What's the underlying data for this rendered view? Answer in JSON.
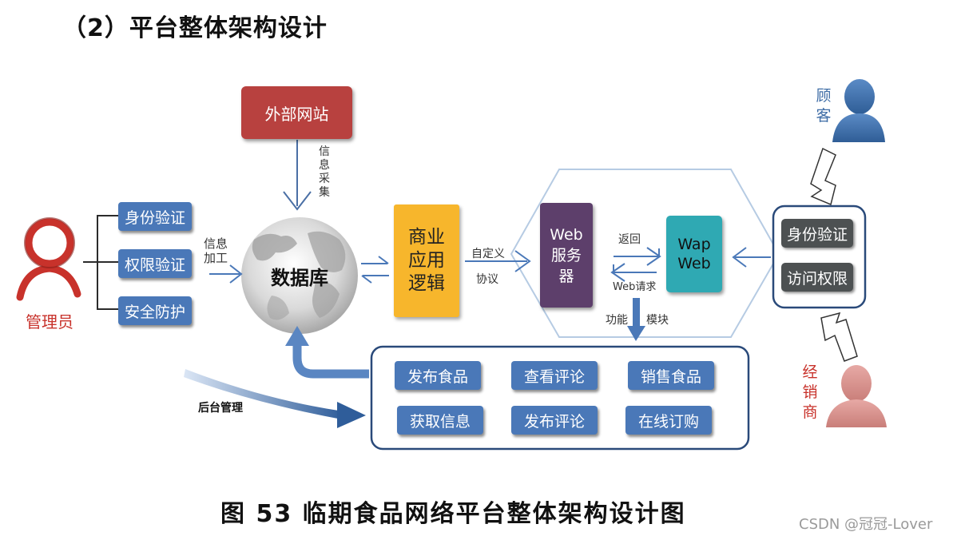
{
  "heading": "（2）平台整体架构设计",
  "caption": "图  53    临期食品网络平台整体架构设计图",
  "watermark": "CSDN @冠冠-Lover",
  "external_site": "外部网站",
  "info_collect": "信息采集",
  "database": "数据库",
  "info_process": "信息加工",
  "business_logic": "商业应用逻辑",
  "custom_protocol_1": "自定义",
  "custom_protocol_2": "协议",
  "web_server": "Web服务器",
  "wap_web": "Wap Web",
  "return_label": "返回",
  "web_request": "Web请求",
  "function_label": "功能",
  "module_label": "模块",
  "admin": {
    "label": "管理员",
    "items": [
      "身份验证",
      "权限验证",
      "安全防护"
    ]
  },
  "customer": "顾客",
  "dealer": "经销商",
  "access_items": [
    "身份验证",
    "访问权限"
  ],
  "backend": "后台管理",
  "modules": [
    "发布食品",
    "查看评论",
    "销售食品",
    "获取信息",
    "发布评论",
    "在线订购"
  ],
  "colors": {
    "external_red": "#b8413f",
    "logic_orange": "#f7b62c",
    "web_purple": "#5d3f6b",
    "wap_teal": "#2fa9b3",
    "button_blue": "#4a78b8",
    "frame_navy": "#2a4a7a",
    "admin_red": "#c8322b",
    "customer_blue": "#3f6da6",
    "dealer_pink": "#d6908c"
  }
}
